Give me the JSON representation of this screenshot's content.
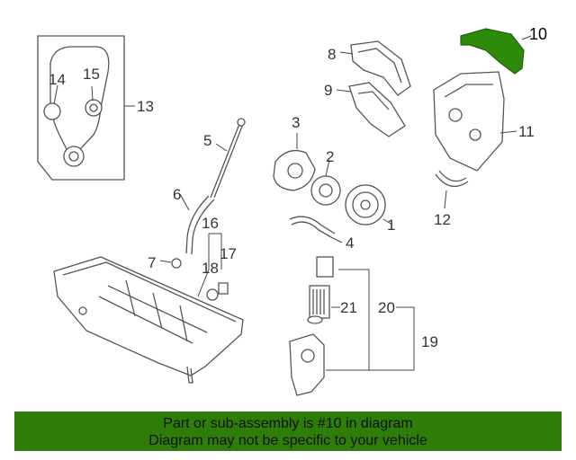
{
  "diagram": {
    "highlight_color": "#2e8b0a",
    "callouts": [
      {
        "id": "1",
        "label": "1"
      },
      {
        "id": "2",
        "label": "2"
      },
      {
        "id": "3",
        "label": "3"
      },
      {
        "id": "4",
        "label": "4"
      },
      {
        "id": "5",
        "label": "5"
      },
      {
        "id": "6",
        "label": "6"
      },
      {
        "id": "7",
        "label": "7"
      },
      {
        "id": "8",
        "label": "8"
      },
      {
        "id": "9",
        "label": "9"
      },
      {
        "id": "10",
        "label": "10"
      },
      {
        "id": "11",
        "label": "11"
      },
      {
        "id": "12",
        "label": "12"
      },
      {
        "id": "13",
        "label": "13"
      },
      {
        "id": "14",
        "label": "14"
      },
      {
        "id": "15",
        "label": "15"
      },
      {
        "id": "16",
        "label": "16"
      },
      {
        "id": "17",
        "label": "17"
      },
      {
        "id": "18",
        "label": "18"
      },
      {
        "id": "19",
        "label": "19"
      },
      {
        "id": "20",
        "label": "20"
      },
      {
        "id": "21",
        "label": "21"
      }
    ]
  },
  "banner": {
    "line1": "Part or sub-assembly is #10 in diagram",
    "line2": "Diagram may not be specific to your vehicle",
    "color": "#2e7d09"
  }
}
